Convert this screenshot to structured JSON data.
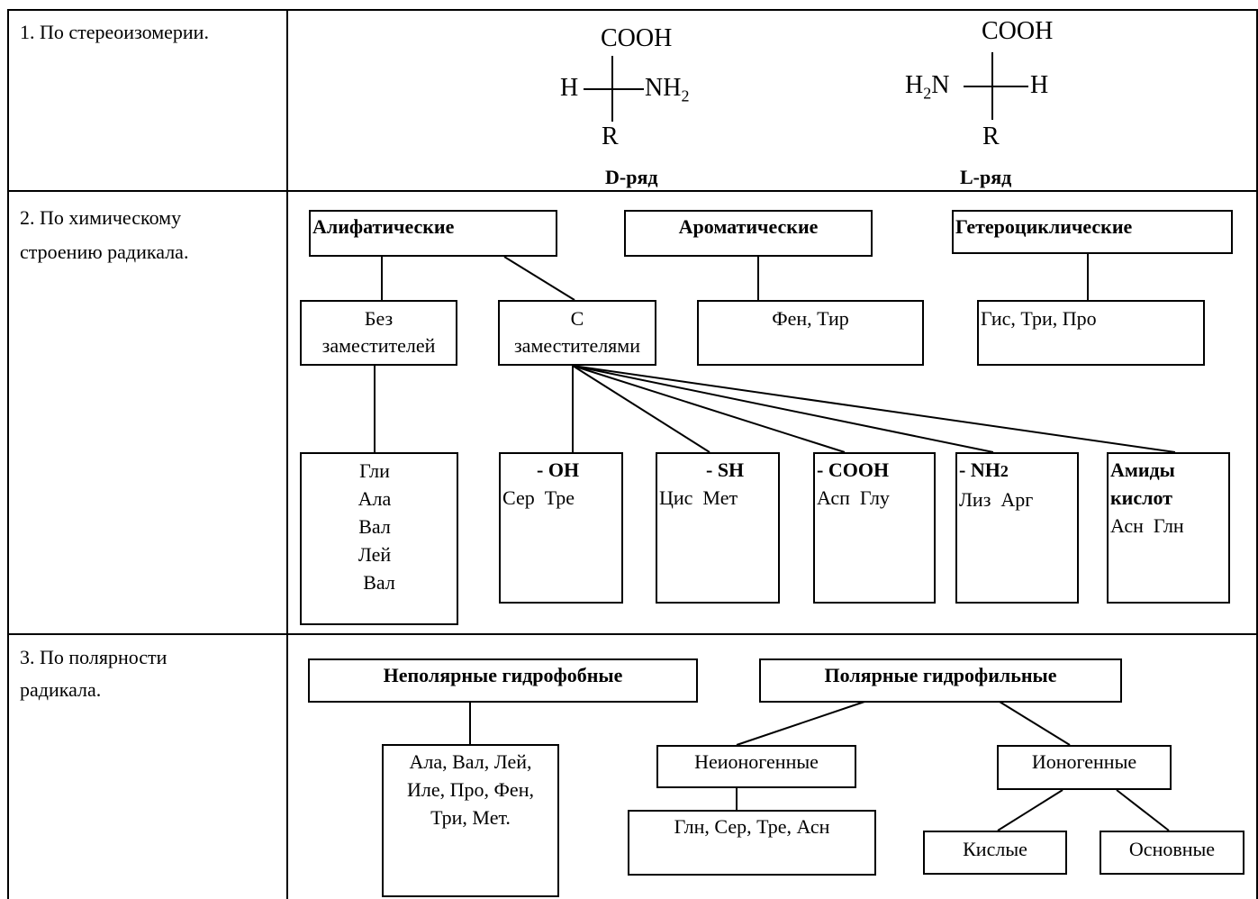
{
  "rows": [
    {
      "label": "1. По стереоизомерии."
    },
    {
      "label_line1": "2. По химическому",
      "label_line2": "строению радикала."
    },
    {
      "label_line1": "3. По полярности",
      "label_line2": "радикала."
    }
  ],
  "stereo": {
    "d": {
      "top": "COOH",
      "left": "H",
      "right": "NH",
      "right_sub": "2",
      "bottom": "R",
      "caption": "D-ряд"
    },
    "l": {
      "top": "COOH",
      "left": "H",
      "left_sub": "2",
      "left_tail": "N",
      "right": "H",
      "bottom": "R",
      "caption": "L-ряд"
    }
  },
  "radical": {
    "aliphatic": "Алифатические",
    "aromatic": "Ароматические",
    "heterocyclic": "Гетероциклические",
    "no_subst_l1": "Без",
    "no_subst_l2": "заместителей",
    "with_subst_l1": "С",
    "with_subst_l2": "заместителями",
    "aromatic_list": "Фен, Тир",
    "heterocyclic_list": "Гис, Три, Про",
    "no_subst_list": [
      "Гли",
      "Ала",
      "Вал",
      "Лей",
      "Вал"
    ],
    "groups": [
      {
        "head": "- OH",
        "members": "Сер  Тре"
      },
      {
        "head": "- SH",
        "members": "Цис  Мет"
      },
      {
        "head": "- COOH",
        "members": "Асп  Глу"
      },
      {
        "head": "- NH",
        "head_sub": "2",
        "members": "Лиз  Арг"
      },
      {
        "head_l1": "Амиды",
        "head_l2": "кислот",
        "members": "Асн  Глн"
      }
    ]
  },
  "polarity": {
    "nonpolar": "Неполярные гидрофобные",
    "polar": "Полярные гидрофильные",
    "nonpolar_list": [
      "Ала, Вал, Лей,",
      "Иле, Про, Фен,",
      "Три, Мет."
    ],
    "nonionic": "Неионогенные",
    "ionic": "Ионогенные",
    "nonionic_list": "Глн, Сер, Тре, Асн",
    "acidic": "Кислые",
    "basic": "Основные"
  }
}
